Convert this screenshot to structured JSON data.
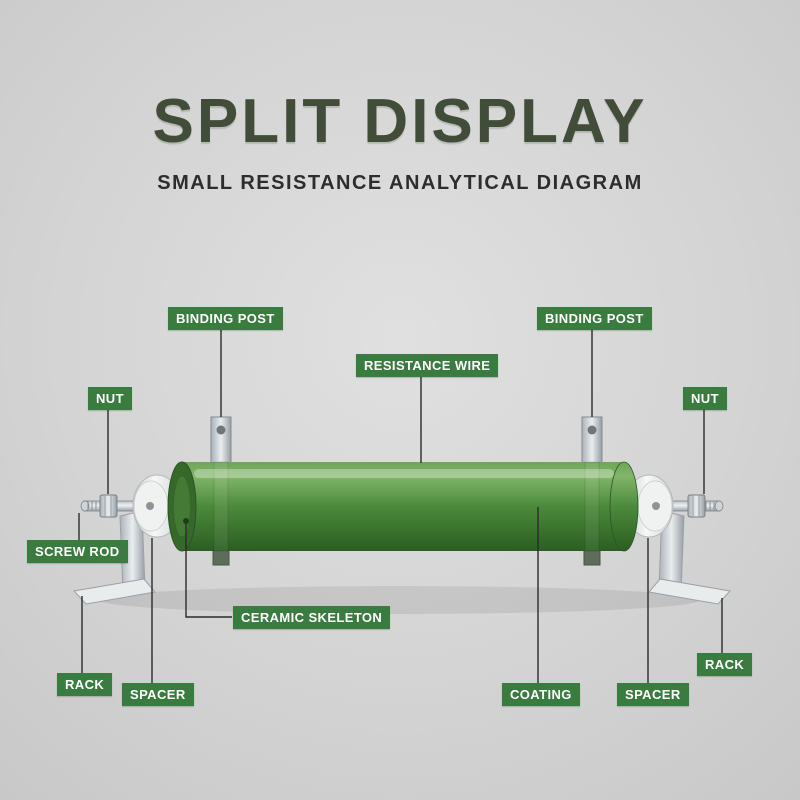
{
  "header": {
    "title": "SPLIT DISPLAY",
    "subtitle": "SMALL RESISTANCE ANALYTICAL DIAGRAM"
  },
  "labels": {
    "binding_post_left": "BINDING POST",
    "binding_post_right": "BINDING POST",
    "resistance_wire": "RESISTANCE WIRE",
    "nut_left": "NUT",
    "nut_right": "NUT",
    "screw_rod": "SCREW ROD",
    "ceramic_skeleton": "CERAMIC SKELETON",
    "rack_left": "RACK",
    "spacer_left": "SPACER",
    "coating": "COATING",
    "spacer_right": "SPACER",
    "rack_right": "RACK"
  },
  "colors": {
    "label_bg": "#3a7c3f",
    "label_text": "#ffffff",
    "title_color": "#414d38",
    "subtitle_color": "#2d2d2d",
    "background": "#d4d4d4",
    "resistor_green": "#4c8a3b",
    "leader_line": "#2b2b2b"
  }
}
